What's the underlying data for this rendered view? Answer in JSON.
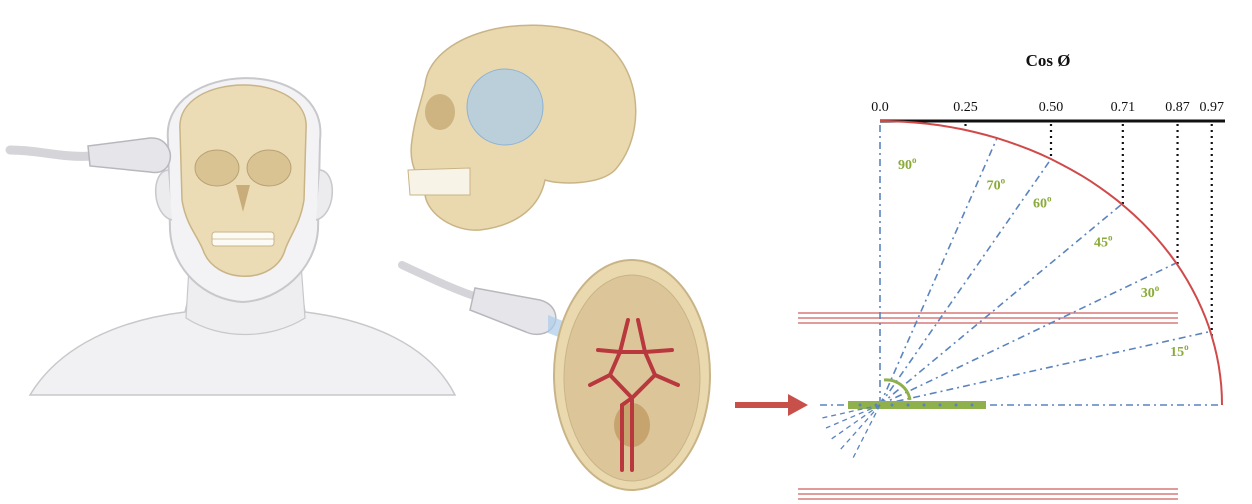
{
  "diagram": {
    "title": "Cos Ø",
    "cos_values": [
      "0.0",
      "0.25",
      "0.50",
      "0.71",
      "0.87",
      "0.97"
    ],
    "angle_labels": [
      "90",
      "70",
      "60",
      "45",
      "30",
      "15"
    ],
    "degree_mark": "o"
  },
  "colors": {
    "skull_bone": "#ead9ae",
    "skull_outline": "#c9b487",
    "skin": "#f1f1f3",
    "skin_outline": "#c8c8cc",
    "artery": "#b8383e",
    "probe": "#e6e6ea",
    "probe_beam": "#a9cbe8",
    "curve": "#d04a4a",
    "vessel_wall": "#d77a7a",
    "angle_text": "#8aaa3a",
    "beam_dash": "#5b84bf",
    "arrow": "#c8504a",
    "probe_marker": "#8fb04a"
  }
}
